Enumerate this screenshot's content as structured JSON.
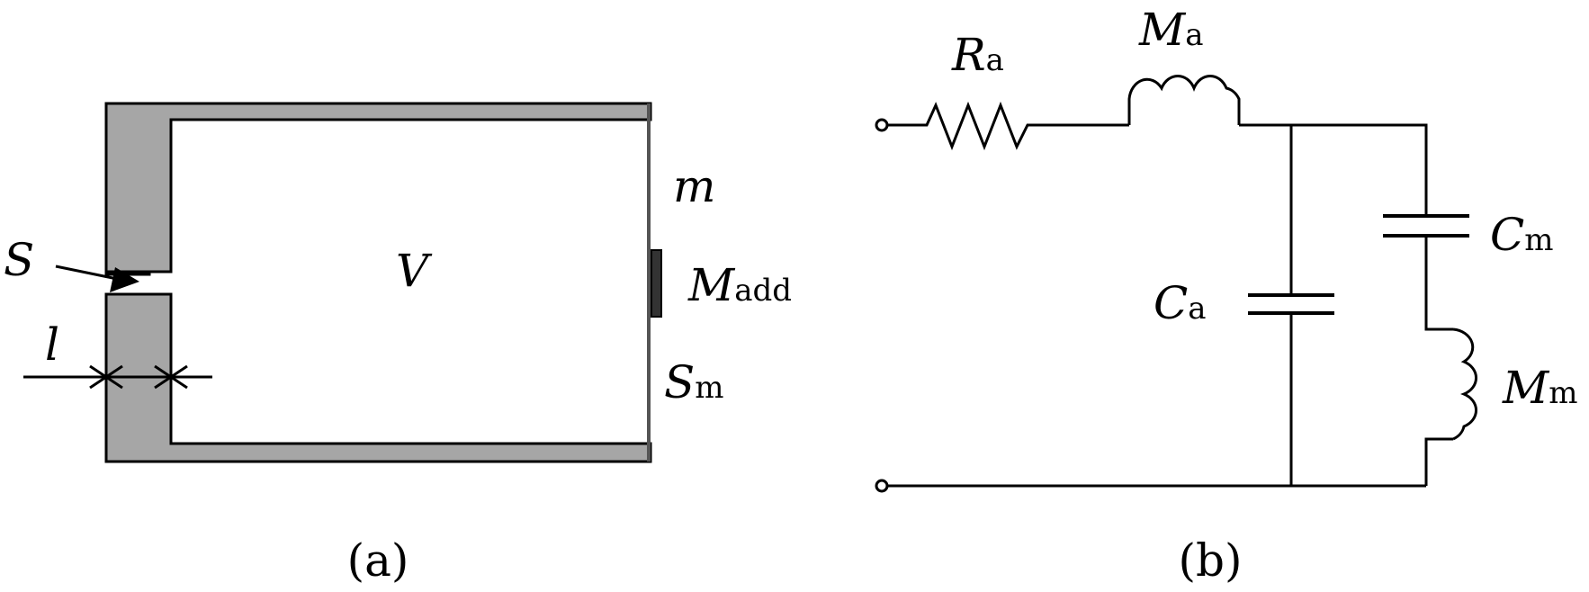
{
  "panel_a": {
    "caption": "(a)",
    "labels": {
      "S": "S",
      "l": "l",
      "V": "V",
      "m": "m",
      "M_add_main": "M",
      "M_add_sub": "add",
      "S_m_main": "S",
      "S_m_sub": "m"
    }
  },
  "panel_b": {
    "caption": "(b)",
    "labels": {
      "R_a_main": "R",
      "R_a_sub": "a",
      "M_a_main": "M",
      "M_a_sub": "a",
      "C_a_main": "C",
      "C_a_sub": "a",
      "C_m_main": "C",
      "C_m_sub": "m",
      "M_m_main": "M",
      "M_m_sub": "m"
    }
  },
  "colors": {
    "wall_fill": "#a6a6a6",
    "membrane_mass": "#333333",
    "membrane_line": "#555555",
    "stroke": "#000000"
  }
}
